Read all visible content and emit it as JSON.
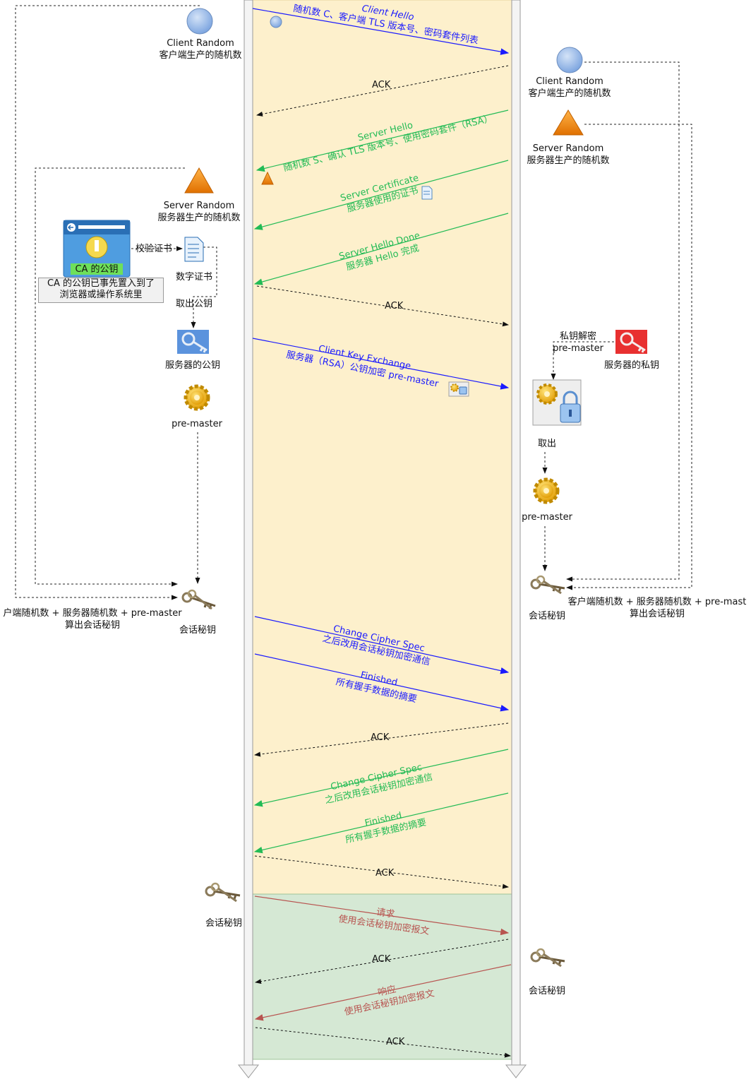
{
  "colors": {
    "handshake_bg": "#fdf0cc",
    "data_bg": "#d5e8d4",
    "client_msg": "#1a1aff",
    "server_msg": "#22bb55",
    "app_msg": "#b85450",
    "random_circle": "#a9c4eb",
    "random_triangle": "#f08705"
  },
  "client": {
    "client_random_title": "Client Random",
    "client_random_desc": "客户端生产的随机数",
    "server_random_title": "Server Random",
    "server_random_desc": "服务器生产的随机数",
    "verify_cert": "校验证书",
    "ca_pubkey_label": "CA 的公钥",
    "ca_note_line1": "CA 的公钥已事先置入到了",
    "ca_note_line2": "浏览器或操作系统里",
    "digital_cert": "数字证书",
    "take_pubkey": "取出公钥",
    "server_pubkey": "服务器的公钥",
    "premaster": "pre-master",
    "formula_line1": "户端随机数 + 服务器随机数 +  pre-master",
    "formula_line2": "算出会话秘钥",
    "session_key": "会话秘钥",
    "session_key_2": "会话秘钥"
  },
  "server": {
    "client_random_title": "Client Random",
    "client_random_desc": "客户端生产的随机数",
    "server_random_title": "Server Random",
    "server_random_desc": "服务器生产的随机数",
    "decrypt_line1": "私钥解密",
    "decrypt_line2": "pre-master",
    "server_privkey": "服务器的私钥",
    "take_out": "取出",
    "premaster": "pre-master",
    "formula_line1": "客户端随机数 + 服务器随机数 +  pre-mast",
    "formula_line2": "算出会话秘钥",
    "session_key": "会话秘钥",
    "session_key_2": "会话秘钥"
  },
  "messages": {
    "client_hello_title": "Client Hello",
    "client_hello_desc": "随机数 C、客户端 TLS 版本号、密码套件列表",
    "server_hello_title": "Server Hello",
    "server_hello_desc": "随机数 S、确认 TLS 版本号、使用密码套件（RSA）",
    "server_cert_title": "Server Certificate",
    "server_cert_desc": "服务器使用的证书",
    "server_done_title": "Server Hello Done",
    "server_done_desc": "服务器 Hello 完成",
    "client_key_title": "Client Key Exchange",
    "client_key_desc": "服务器（RSA）公钥加密 pre-master",
    "ccs_client_title": "Change Cipher Spec",
    "ccs_client_desc": "之后改用会话秘钥加密通信",
    "fin_client_title": "Finished",
    "fin_client_desc": "所有握手数据的摘要",
    "ccs_server_title": "Change Cipher Spec",
    "ccs_server_desc": "之后改用会话秘钥加密通信",
    "fin_server_title": "Finished",
    "fin_server_desc": "所有握手数据的摘要",
    "request_title": "请求",
    "request_desc": "使用会话秘钥加密报文",
    "response_title": "响应",
    "response_desc": "使用会话秘钥加密报文",
    "ack": "ACK"
  }
}
